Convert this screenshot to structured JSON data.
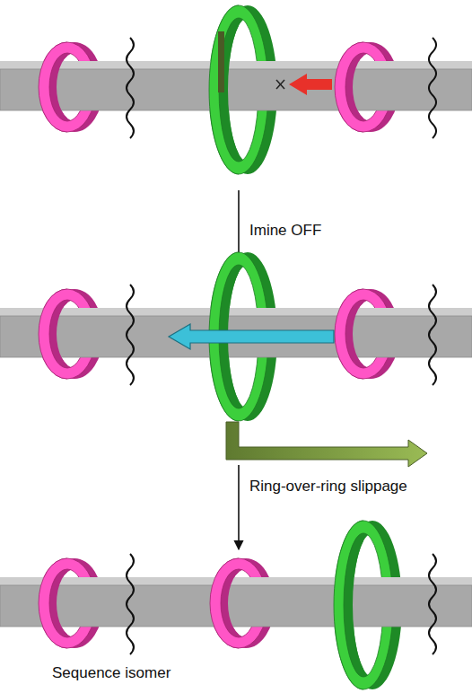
{
  "diagram": {
    "labels": [
      "Imine OFF",
      "Ring-over-ring slippage",
      "Sequence isomer"
    ]
  }
}
